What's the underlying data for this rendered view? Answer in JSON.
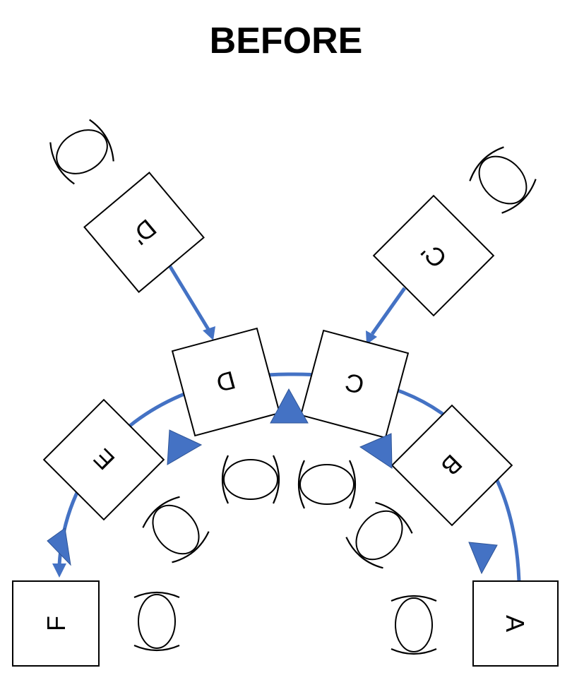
{
  "title": "BEFORE",
  "colors": {
    "flow": "#4472C4",
    "outline": "#000000",
    "background": "#ffffff"
  },
  "stations": {
    "A": "A",
    "B": "B",
    "C": "C",
    "D": "D",
    "E": "E",
    "F": "F",
    "C_prime": "C'",
    "D_prime": "D'"
  }
}
